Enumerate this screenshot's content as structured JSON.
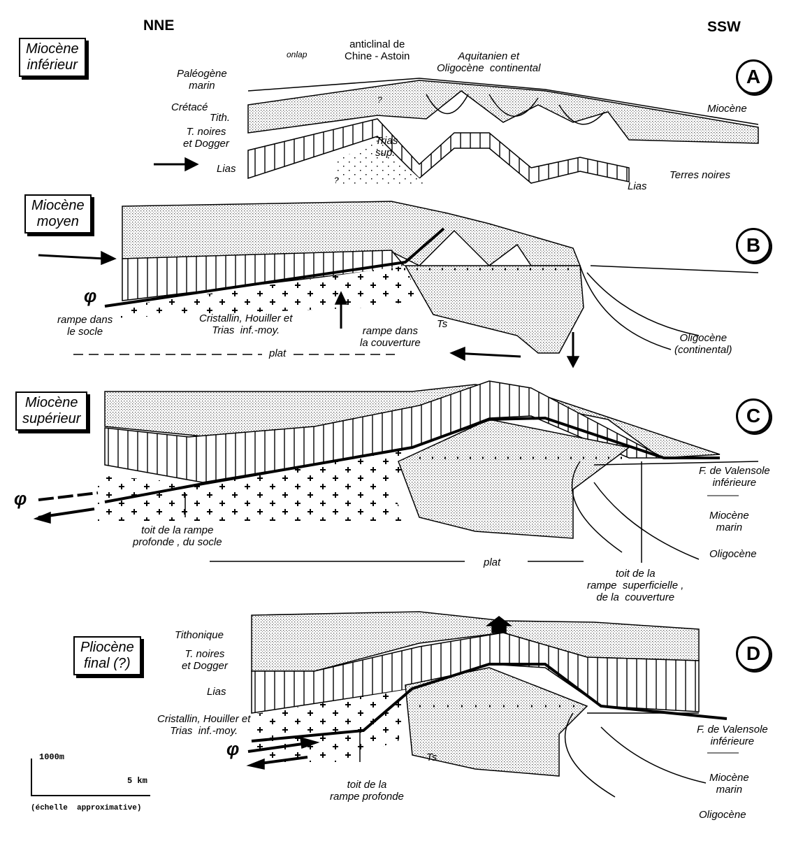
{
  "orientation": {
    "left": "NNE",
    "right": "SSW"
  },
  "panels": {
    "A": {
      "letter": "A",
      "stage": "Miocène\ninférieur",
      "labels": {
        "onlap": "onlap",
        "anticline": "anticlinal de\nChine - Astoin",
        "aquitanien": "Aquitanien et\nOligocène  continental",
        "paleogene": "Paléogène\nmarin",
        "cretace": "Crétacé",
        "tith": "Tith.",
        "miocene": "Miocène",
        "tnoires": "T. noires\net Dogger",
        "q1": "?",
        "trias": "Trias\nsup.",
        "lias": "Lias",
        "q2": "?",
        "lias2": "Lias",
        "terres": "Terres noires"
      }
    },
    "B": {
      "letter": "B",
      "stage": "Miocène\nmoyen",
      "labels": {
        "phi": "φ",
        "rampe_socle": "rampe dans\nle socle",
        "cristallin": "Cristallin, Houiller et\nTrias  inf.-moy.",
        "rampe_couv": "rampe dans\nla couverture",
        "ts": "Ts",
        "oligo": "Oligocène\n(continental)",
        "plat": "plat"
      }
    },
    "C": {
      "letter": "C",
      "stage": "Miocène\nsupérieur",
      "labels": {
        "valensole": "F. de Valensole\ninférieure",
        "dash": "———",
        "miocene": "Miocène\nmarin",
        "oligo": "Oligocène",
        "toit_prof": "toit de la rampe\nprofonde , du socle",
        "plat": "plat",
        "toit_sup": "toit de la\nrampe  superficielle ,\nde la  couverture",
        "phi": "φ"
      }
    },
    "D": {
      "letter": "D",
      "stage": "Pliocène\nfinal (?)",
      "labels": {
        "tithonique": "Tithonique",
        "tnoires": "T. noires\net Dogger",
        "lias": "Lias",
        "cristallin": "Cristallin, Houiller et\nTrias  inf.-moy.",
        "ts": "Ts",
        "toit_prof": "toit de la\nrampe profonde",
        "valensole": "F. de Valensole\ninférieure",
        "dash": "———",
        "miocene": "Miocène\nmarin",
        "oligo": "Oligocène",
        "phi": "φ"
      }
    }
  },
  "scale": {
    "vertical": "1000m",
    "horizontal": "5 km",
    "note": "(échelle  approximative)"
  }
}
